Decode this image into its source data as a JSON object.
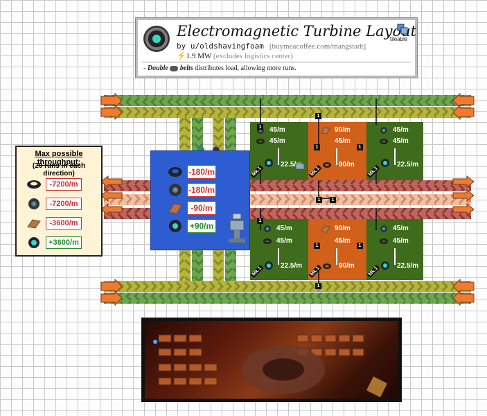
{
  "title": {
    "text": "Electromagnetic Turbine Layout",
    "author": "by u/oldshavingfoam",
    "link": "[buymeacoffee.com/mangstadt]",
    "power": "1.9 MW",
    "power_note": "(excludes logistics center)",
    "desc_dash": "-",
    "desc_bold": "Double",
    "desc_belts": "belts",
    "desc_rest": "distributes load, allowing more runs.",
    "tileable": "tileable"
  },
  "throughput": {
    "heading": "Max possible throughput:",
    "subheading": "(20 runs in each direction)",
    "rows": [
      {
        "icon": "magnet-ring-icon",
        "value": "-7200/m"
      },
      {
        "icon": "magnetic-coil-icon",
        "value": "-7200/m"
      },
      {
        "icon": "copper-ingot-icon",
        "value": "-3600/m"
      },
      {
        "icon": "electromagnetic-turbine-icon",
        "value": "+3600/m"
      }
    ]
  },
  "center": {
    "rows": [
      {
        "icon": "magnet-ring-icon",
        "value": "-180/m"
      },
      {
        "icon": "magnetic-coil-icon",
        "value": "-180/m"
      },
      {
        "icon": "copper-ingot-icon",
        "value": "-90/m"
      },
      {
        "icon": "electromagnetic-turbine-icon",
        "value": "+90/m"
      }
    ]
  },
  "cells": {
    "green_top": "45/m",
    "green_mid": "45/m",
    "green_out": "22.5/m",
    "orange_top": "90/m",
    "orange_mid": "45/m",
    "orange_out": "90/m",
    "badge": "1",
    "mk": "Mk.1"
  },
  "colors": {
    "green_cell": "#3f6b1c",
    "orange_cell": "#d0601a",
    "blue_box": "#2e5dd1",
    "belt_green": "#6aa84f",
    "belt_yellow": "#b5b53a",
    "belt_red": "#c0665e",
    "belt_peach": "#f0c0a0",
    "arrow_orange": "#f07a30"
  }
}
